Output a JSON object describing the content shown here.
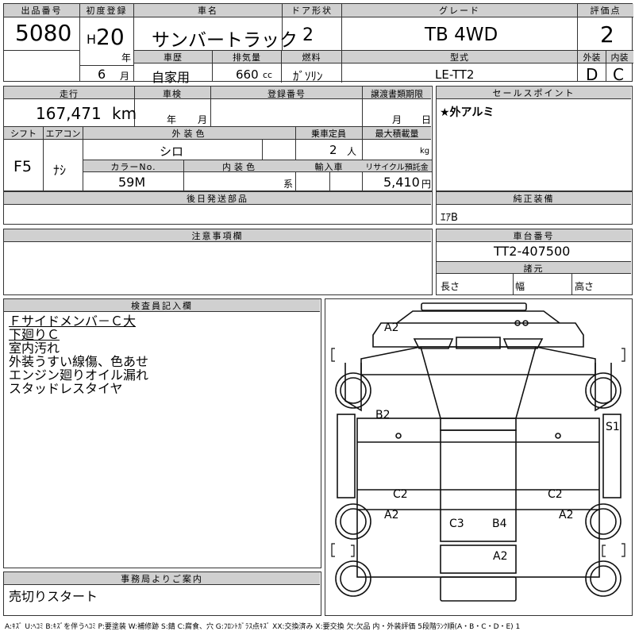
{
  "header": {
    "lot_no_label": "出品番号",
    "lot_no": "5080",
    "first_reg_label": "初度登録",
    "era": "H",
    "year": "20",
    "year_unit": "年",
    "month": "6",
    "month_unit": "月",
    "car_name_label": "車名",
    "car_name": "サンバートラック",
    "doors_label": "ドア形状",
    "doors": "2",
    "grade_label": "グレード",
    "grade": "TB 4WD",
    "score_label": "評価点",
    "score": "2",
    "history_label": "車歴",
    "history": "自家用",
    "displacement_label": "排気量",
    "displacement": "660",
    "displacement_unit": "cc",
    "fuel_label": "燃料",
    "fuel": "ｶﾞｿﾘﾝ",
    "model_label": "型式",
    "model": "LE-TT2",
    "exterior_score_label": "外装",
    "exterior_score": "D",
    "interior_score_label": "内装",
    "interior_score": "C"
  },
  "row2": {
    "mileage_label": "走行",
    "mileage": "167,471",
    "mileage_unit": "km",
    "inspection_label": "車検",
    "inspection_year_unit": "年",
    "inspection_month_unit": "月",
    "reg_no_label": "登録番号",
    "transfer_label": "譲渡書類期限",
    "transfer_month_unit": "月",
    "transfer_day_unit": "日",
    "selling_label": "セールスポイント",
    "selling_point": "★外アルミ"
  },
  "row3": {
    "shift_label": "シフト",
    "shift": "F5",
    "ac_label": "エアコン",
    "ac": "ﾅｼ",
    "ext_color_label": "外装色",
    "ext_color": "シロ",
    "capacity_label": "乗車定員",
    "capacity": "2",
    "capacity_unit": "人",
    "max_load_label": "最大積載量",
    "max_load_unit": "kg",
    "color_no_label": "カラーNo.",
    "color_no": "59M",
    "int_color_label": "内装色",
    "int_color_unit": "系",
    "import_label": "輸入車",
    "recycle_label": "リサイクル預託金",
    "recycle_fee": "5,410",
    "recycle_unit": "円"
  },
  "later_parts": {
    "label": "後日発送部品"
  },
  "genuine": {
    "label": "純正装備",
    "value": "ｴｱB"
  },
  "notes": {
    "label": "注意事項欄"
  },
  "chassis": {
    "label": "車台番号",
    "number": "TT2-407500",
    "specs_label": "諸元",
    "length_label": "長さ",
    "width_label": "幅",
    "height_label": "高さ"
  },
  "inspector": {
    "label": "検査員記入欄",
    "lines": [
      "Ｆサイドメンバ－Ｃ大",
      "下廻りＣ",
      "室内汚れ",
      "外装うすい線傷、色あせ",
      "エンジン廻りオイル漏れ",
      "スタッドレスタイヤ"
    ]
  },
  "office": {
    "label": "事務局よりご案内",
    "text": "売切りスタート"
  },
  "diagram": {
    "marks": [
      "A2",
      "B2",
      "S1",
      "C2",
      "C2",
      "A2",
      "C3",
      "B4",
      "A2",
      "A2"
    ]
  },
  "legend": "A:ｷｽﾞ U:ﾍｺﾐ B:ｷｽﾞを伴うﾍｺﾐ P:要塗装 W:補修跡 S:錆 C:腐食、穴 G:ﾌﾛﾝﾄｶﾞﾗｽ点ｷｽﾞ XX:交換済み X:要交換 欠:欠品 内・外装評価 5段階ﾗﾝｸ順(A・B・C・D・E) 1"
}
